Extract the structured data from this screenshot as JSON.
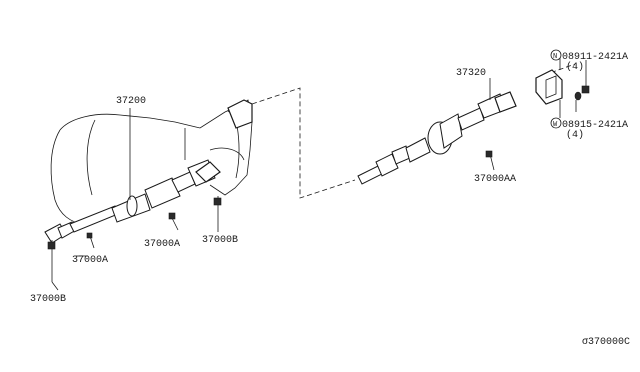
{
  "labels": {
    "shaft_front": "37200",
    "shaft_rear": "37320",
    "bolt_a_mid": "37000A",
    "bolt_a_left": "37000A",
    "nut_b_mid": "37000B",
    "nut_b_left": "37000B",
    "bolt_aa": "37000AA",
    "part_n": "08911-2421A",
    "qty_n": "(4)",
    "part_w": "08915-2421A",
    "qty_w": "(4)",
    "prefix_n": "N",
    "prefix_w": "W",
    "diagram_code": "σ370000C"
  }
}
